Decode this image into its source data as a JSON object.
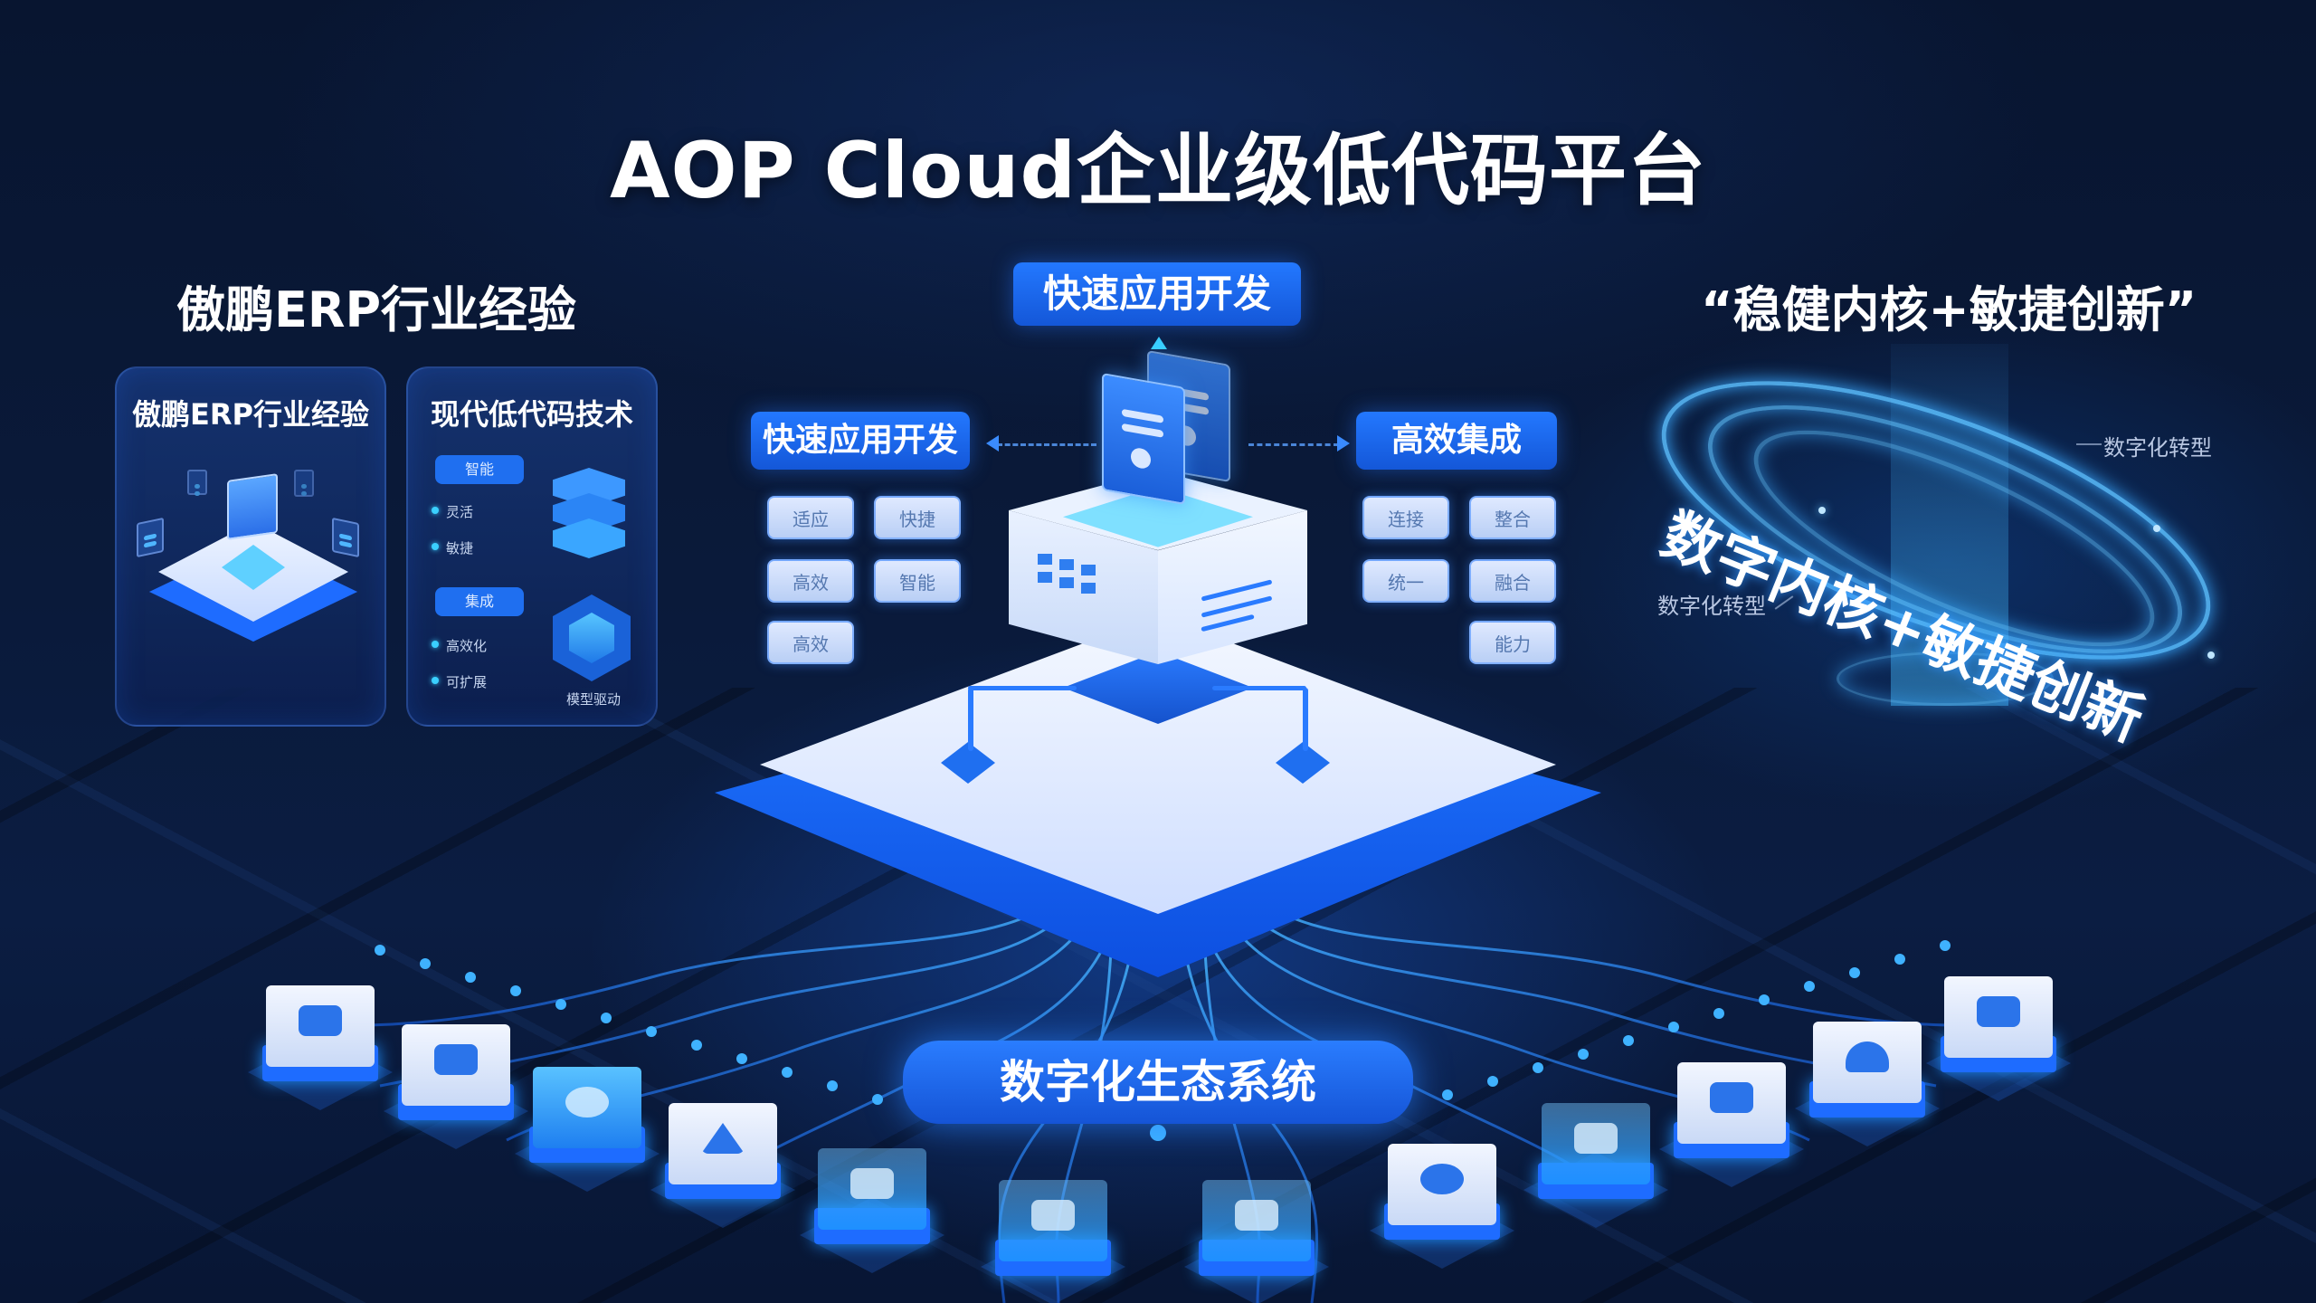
{
  "title": "AOP Cloud企业级低代码平台",
  "left_section": {
    "heading": "傲鹏ERP行业经验",
    "cards": [
      {
        "title": "傲鹏ERP行业经验",
        "illustration": "isometric-platform-with-document"
      },
      {
        "title": "现代低代码技术",
        "groups": [
          {
            "tag": "智能",
            "bullets": [
              "灵活",
              "敏捷"
            ]
          },
          {
            "tag": "集成",
            "bullets": [
              "高效化",
              "可扩展"
            ]
          }
        ],
        "caption": "模型驱动"
      }
    ]
  },
  "center": {
    "top_label": "快速应用开发",
    "left_label": "快速应用开发",
    "left_chips": [
      "适应",
      "快捷",
      "高效",
      "智能",
      "高效"
    ],
    "right_label": "高效集成",
    "right_chips": [
      "连接",
      "整合",
      "统一",
      "融合",
      "能力"
    ]
  },
  "right_section": {
    "heading": "“稳健内核+敏捷创新”",
    "orbit_text": "数字内核+敏捷创新",
    "annotations": [
      "数字化转型",
      "数字化转型"
    ]
  },
  "ecosystem": {
    "label": "数字化生态系统",
    "modules": [
      {
        "icon": "puzzle-icon",
        "style": "white"
      },
      {
        "icon": "blocks-icon",
        "style": "white"
      },
      {
        "icon": "shield-icon",
        "style": "blue"
      },
      {
        "icon": "triangle-icon",
        "style": "white"
      },
      {
        "icon": "document-icon",
        "style": "glass"
      },
      {
        "icon": "gear-box-icon",
        "style": "glass"
      },
      {
        "icon": "stack-icon",
        "style": "glass"
      },
      {
        "icon": "chart-icon",
        "style": "white"
      },
      {
        "icon": "analytics-icon",
        "style": "glass"
      },
      {
        "icon": "dashboard-icon",
        "style": "white"
      },
      {
        "icon": "cloud-icon",
        "style": "white"
      },
      {
        "icon": "monitor-icon",
        "style": "white"
      }
    ]
  },
  "colors": {
    "background": "#07122b",
    "accent": "#1f6ff0",
    "glow": "#3aa8ff",
    "chip": "#dfe9ff",
    "text": "#ffffff"
  }
}
